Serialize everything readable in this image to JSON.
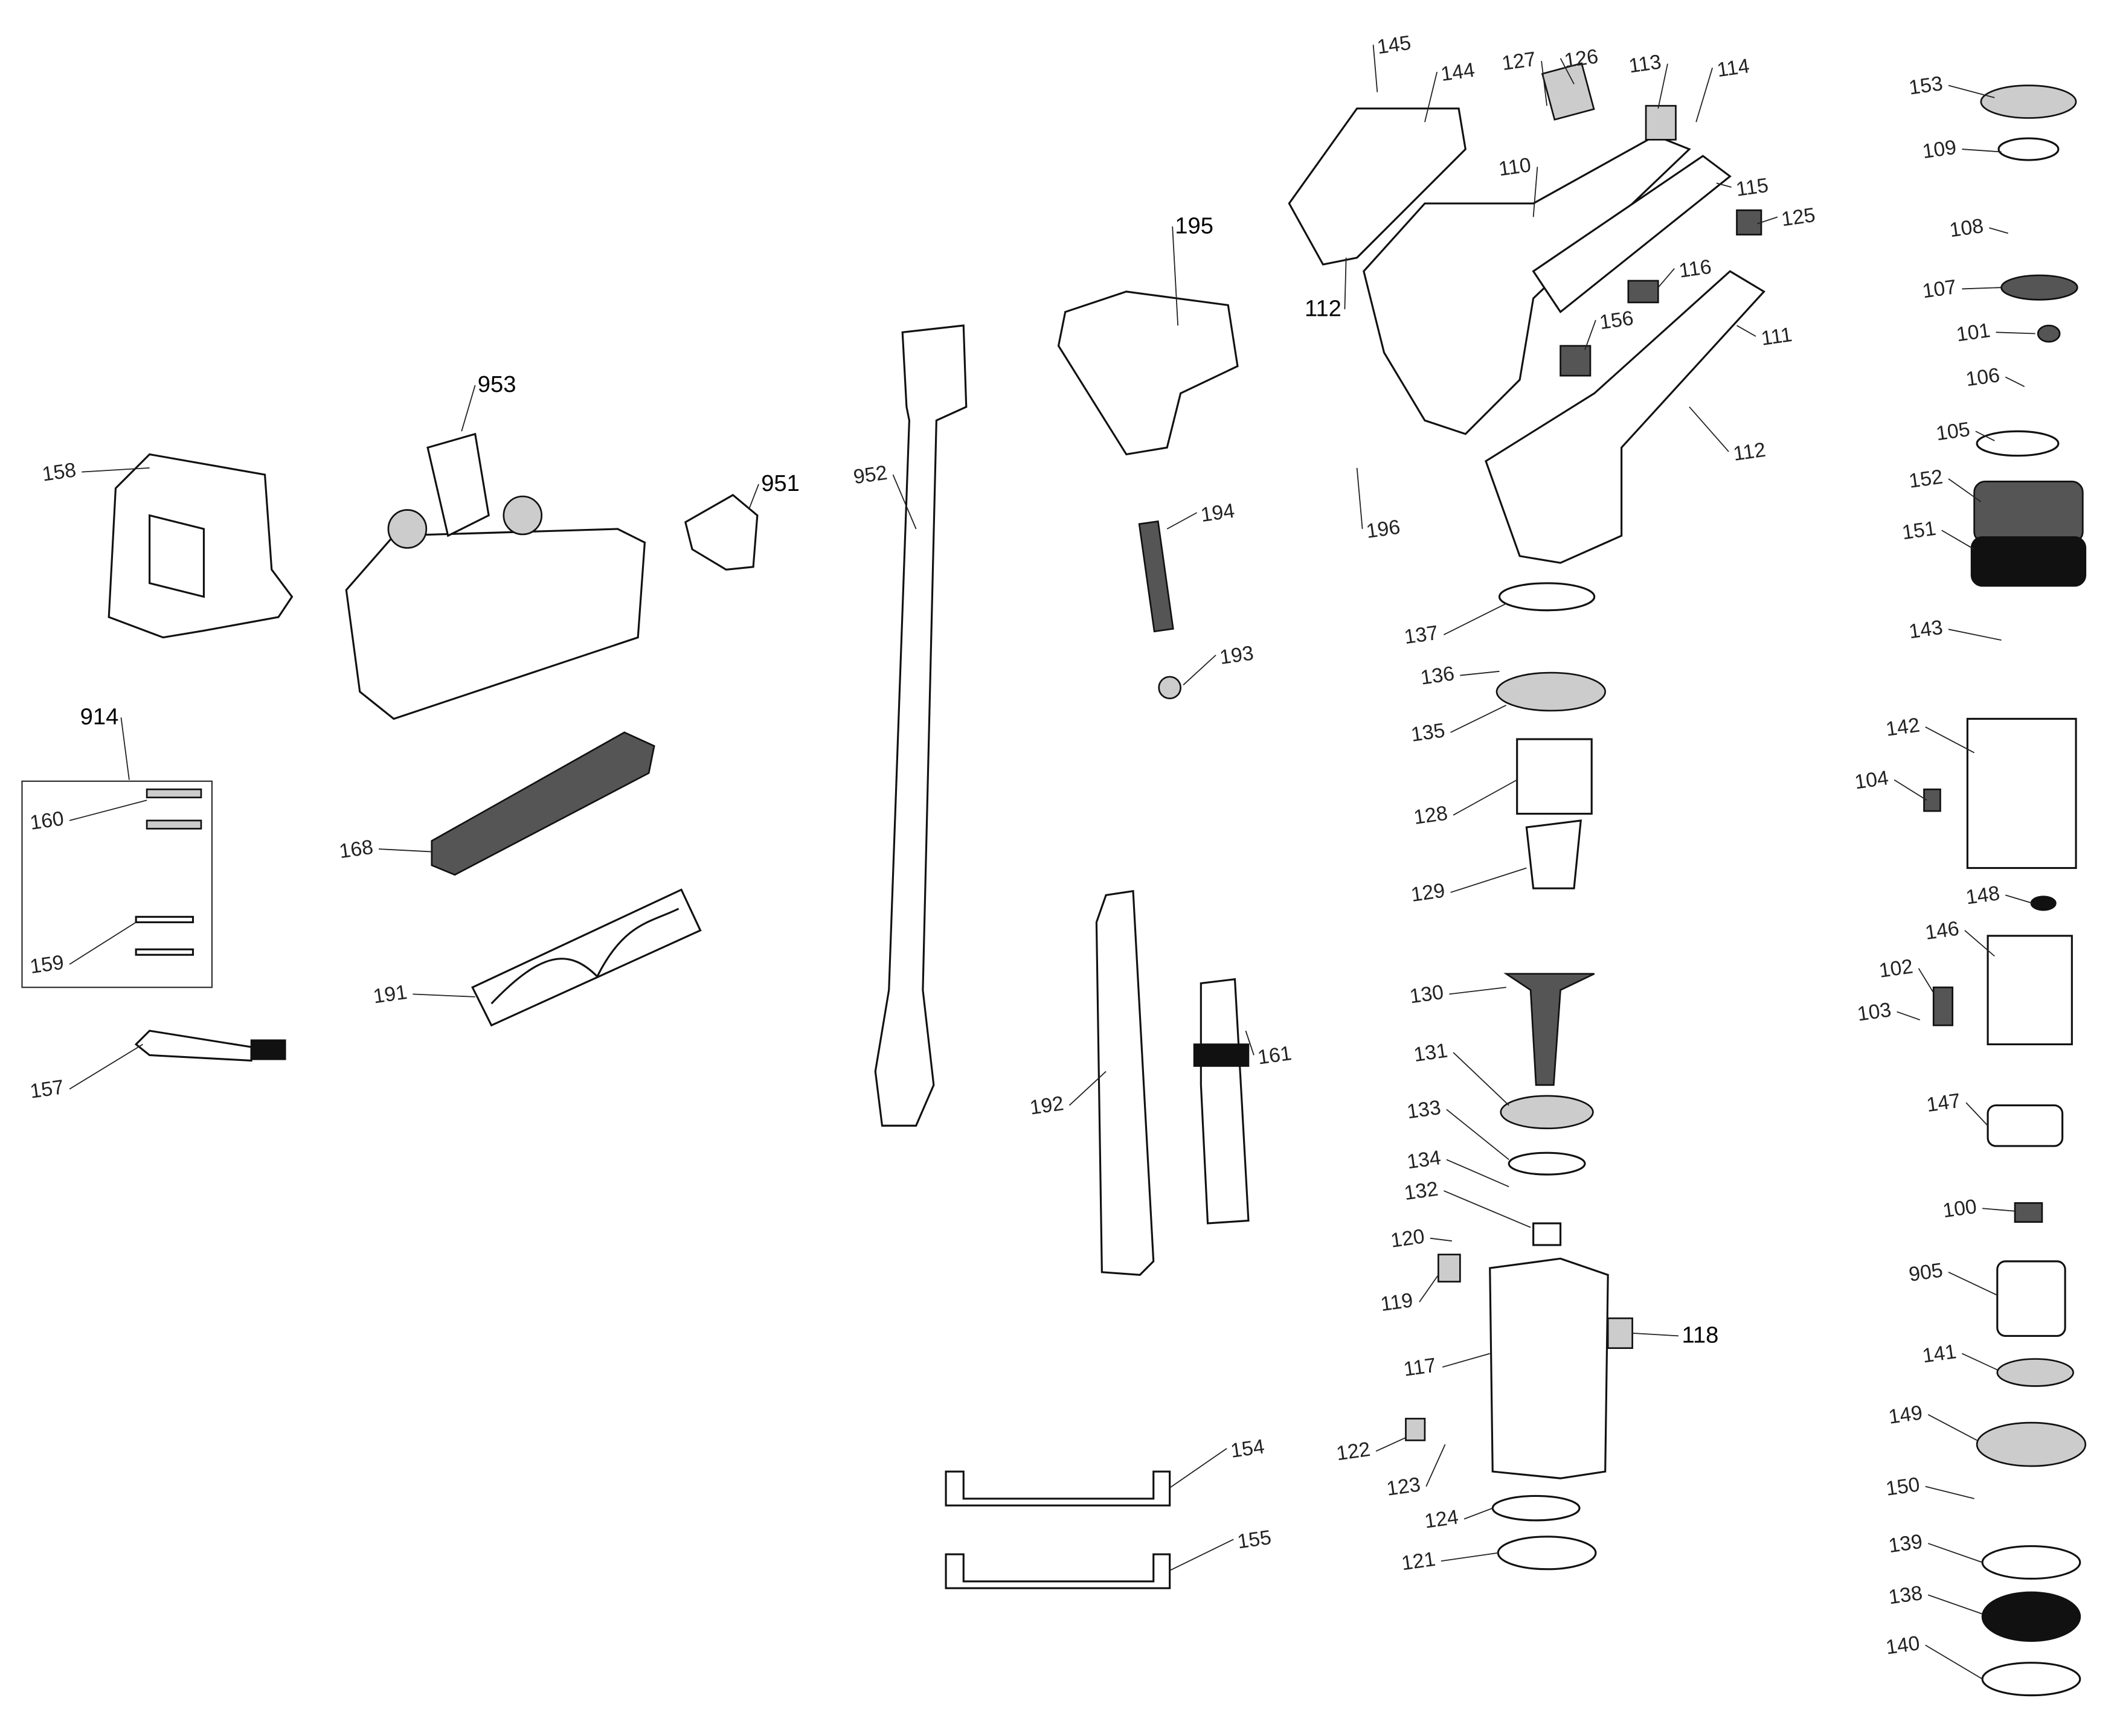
{
  "diagram": {
    "type": "exploded-parts-diagram",
    "labels": [
      "145",
      "144",
      "127",
      "126",
      "113",
      "114",
      "153",
      "110",
      "115",
      "125",
      "109",
      "108",
      "195",
      "107",
      "116",
      "112",
      "156",
      "101",
      "111",
      "953",
      "106",
      "105",
      "112",
      "158",
      "951",
      "952",
      "152",
      "196",
      "194",
      "151",
      "137",
      "143",
      "136",
      "193",
      "914",
      "135",
      "142",
      "128",
      "160",
      "104",
      "168",
      "129",
      "148",
      "146",
      "159",
      "102",
      "130",
      "191",
      "103",
      "161",
      "131",
      "157",
      "192",
      "147",
      "133",
      "134",
      "132",
      "100",
      "120",
      "905",
      "119",
      "118",
      "141",
      "117",
      "149",
      "154",
      "122",
      "123",
      "150",
      "124",
      "139",
      "155",
      "121",
      "138",
      "140"
    ]
  }
}
